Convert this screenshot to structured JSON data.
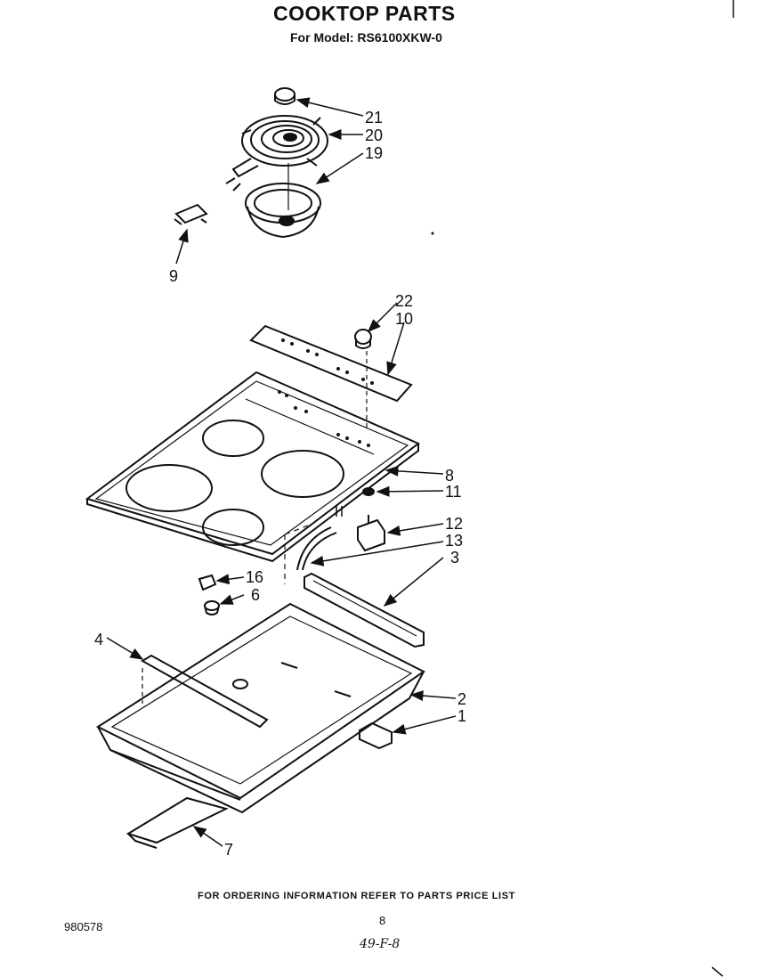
{
  "header": {
    "title": "COOKTOP PARTS",
    "model_line": "For Model: RS6100XKW-0"
  },
  "callouts": [
    "21",
    "20",
    "19",
    "9",
    "22",
    "10",
    "8",
    "11",
    "12",
    "13",
    "3",
    "16",
    "6",
    "4",
    "2",
    "1",
    "7"
  ],
  "footer": {
    "ordering_note": "FOR ORDERING INFORMATION REFER TO PARTS PRICE LIST",
    "page_number": "8",
    "document_number": "980578",
    "handwritten_note": "49-F-8"
  }
}
